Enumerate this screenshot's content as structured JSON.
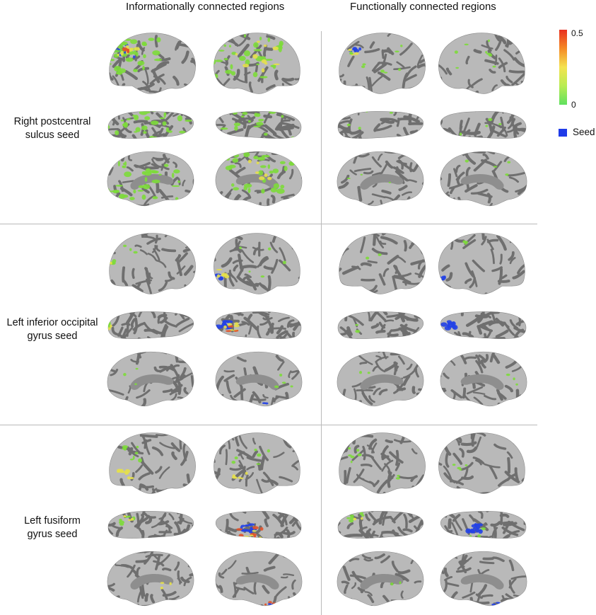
{
  "column_titles": [
    "Informationally connected regions",
    "Functionally connected regions"
  ],
  "row_labels": [
    [
      "Right postcentral",
      "sulcus seed"
    ],
    [
      "Left inferior occipital",
      "gyrus seed"
    ],
    [
      "Left fusiform",
      "gyrus seed"
    ]
  ],
  "colorbar": {
    "max_label": "0.5",
    "min_label": "0",
    "colors": [
      "#e83020",
      "#f58a25",
      "#f4e34f",
      "#b8ec52",
      "#5fe05f"
    ]
  },
  "legend": {
    "seed_label": "Seed",
    "seed_color": "#1f3be8"
  },
  "colors": {
    "cortex_light": "#b9b9b9",
    "cortex_dark": "#6f6f6f",
    "activation_green": "#7ddc3a",
    "activation_yellow": "#e6e04a",
    "activation_red": "#e2522a",
    "seed_blue": "#2342e6"
  }
}
